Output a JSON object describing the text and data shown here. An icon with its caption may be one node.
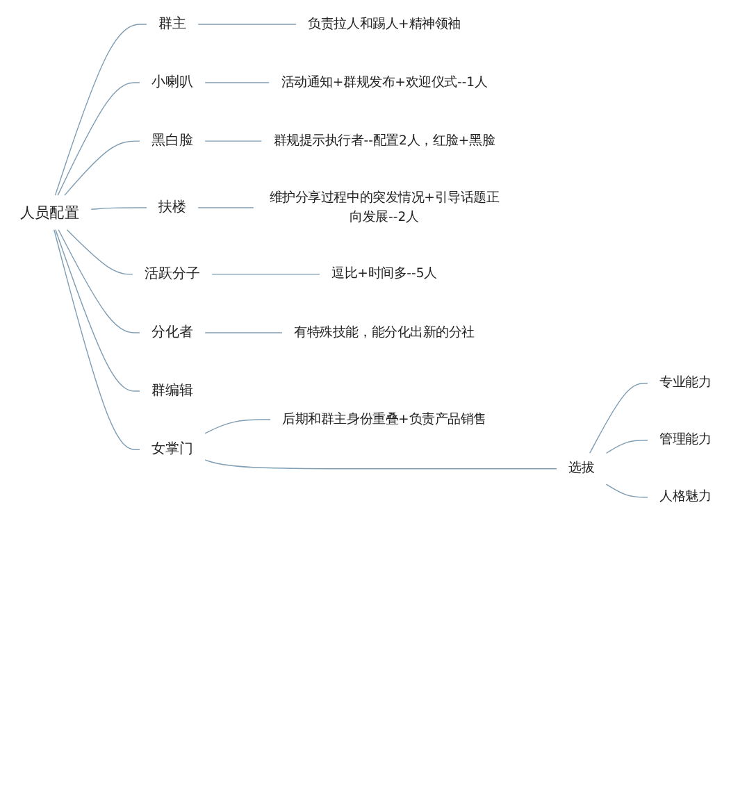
{
  "diagram": {
    "nodes": [
      {
        "text": [
          "人员配置"
        ]
      },
      {
        "text": [
          "群主"
        ]
      },
      {
        "text": [
          "负责拉人和踢人+精神领袖"
        ]
      },
      {
        "text": [
          "小喇叭"
        ]
      },
      {
        "text": [
          "活动通知+群规发布+欢迎仪式--1人"
        ]
      },
      {
        "text": [
          "黑白脸"
        ]
      },
      {
        "text": [
          "群规提示执行者--配置2人，红脸+黑脸"
        ]
      },
      {
        "text": [
          "扶楼"
        ]
      },
      {
        "text": [
          "维护分享过程中的突发情况+引导话题正向发展--2人"
        ]
      },
      {
        "text": [
          "活跃分子"
        ]
      },
      {
        "text": [
          "逗比+时间多--5人"
        ]
      },
      {
        "text": [
          "分化者"
        ]
      },
      {
        "text": [
          "有特殊技能，能分化出新的分社"
        ]
      },
      {
        "text": [
          "群编辑"
        ]
      },
      {
        "text": [
          "女掌门"
        ]
      },
      {
        "text": [
          "后期和群主身份重叠+负责产品销售"
        ]
      },
      {
        "text": [
          "选拔"
        ]
      },
      {
        "text": [
          "专业能力"
        ]
      },
      {
        "text": [
          "管理能力"
        ]
      },
      {
        "text": [
          "人格魅力"
        ]
      }
    ],
    "edges": [
      {
        "from": 0,
        "to": 1,
        "arrow": "none"
      },
      {
        "from": 1,
        "to": 2,
        "arrow": "none"
      },
      {
        "from": 0,
        "to": 3,
        "arrow": "none"
      },
      {
        "from": 3,
        "to": 4,
        "arrow": "none"
      },
      {
        "from": 0,
        "to": 5,
        "arrow": "none"
      },
      {
        "from": 5,
        "to": 6,
        "arrow": "none"
      },
      {
        "from": 0,
        "to": 7,
        "arrow": "none"
      },
      {
        "from": 7,
        "to": 8,
        "arrow": "none"
      },
      {
        "from": 0,
        "to": 9,
        "arrow": "none"
      },
      {
        "from": 9,
        "to": 10,
        "arrow": "none"
      },
      {
        "from": 0,
        "to": 11,
        "arrow": "none"
      },
      {
        "from": 11,
        "to": 12,
        "arrow": "none"
      },
      {
        "from": 0,
        "to": 13,
        "arrow": "none"
      },
      {
        "from": 0,
        "to": 14,
        "arrow": "none"
      },
      {
        "from": 14,
        "to": 15,
        "arrow": "none"
      },
      {
        "from": 14,
        "to": 16,
        "arrow": "none"
      },
      {
        "from": 16,
        "to": 17,
        "arrow": "none"
      },
      {
        "from": 16,
        "to": 18,
        "arrow": "none"
      },
      {
        "from": 16,
        "to": 19,
        "arrow": "none"
      }
    ]
  }
}
